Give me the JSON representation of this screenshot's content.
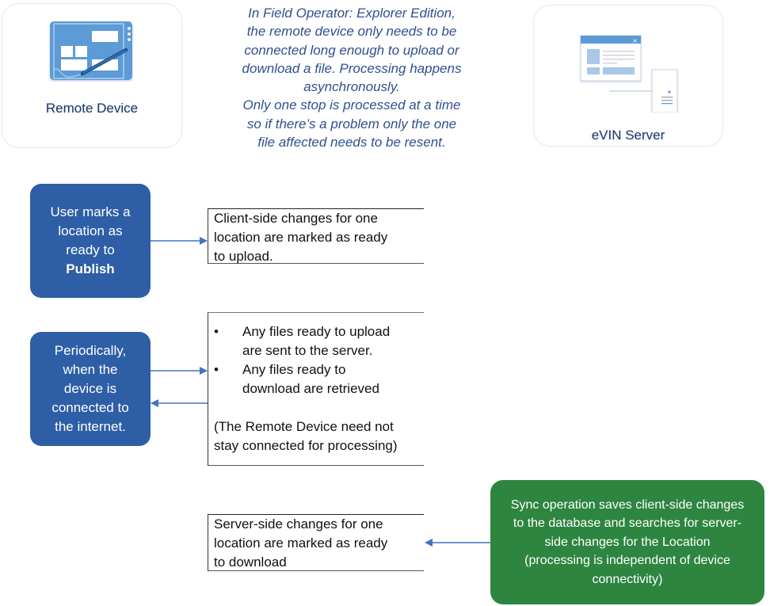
{
  "diagram": {
    "remote_device": {
      "label": "Remote Device",
      "icon": "tablet-with-stylus-icon"
    },
    "server": {
      "label": "eVIN  Server",
      "icon": "server-with-window-icon"
    },
    "note_lines": [
      "In Field Operator: Explorer Edition,",
      "the remote device only needs to be",
      "connected long enough to upload or",
      "download a file.  Processing happens",
      "asynchronously.",
      "Only one stop is processed at a time",
      "so if there’s a problem only the one",
      "file affected needs to be resent."
    ],
    "step1": {
      "action_lines": [
        "User marks a",
        "location as",
        "ready to"
      ],
      "action_bold": "Publish",
      "result_lines": [
        "Client-side changes for one",
        "location are marked as ready",
        "to upload."
      ]
    },
    "step2": {
      "action_lines": [
        "Periodically,",
        "when the",
        "device is",
        "connected to",
        "the internet."
      ],
      "bullets": [
        [
          "Any files ready to upload",
          "are sent to the server."
        ],
        [
          "Any files ready to",
          "download are retrieved"
        ]
      ],
      "footnote_lines": [
        "(The Remote Device need not",
        "stay connected for processing)"
      ]
    },
    "step3": {
      "server_lines": [
        "Sync operation saves client-side changes",
        "to the database and searches for server-",
        "side changes for the Location",
        "(processing is independent of device",
        "connectivity)"
      ],
      "result_lines": [
        "Server-side changes for one",
        "location are marked as ready",
        "to download"
      ]
    },
    "colors": {
      "action_blue": "#2e5ea6",
      "server_green": "#2e8540",
      "arrow_blue": "#4472c4",
      "note_text": "#2f4f8f"
    }
  }
}
